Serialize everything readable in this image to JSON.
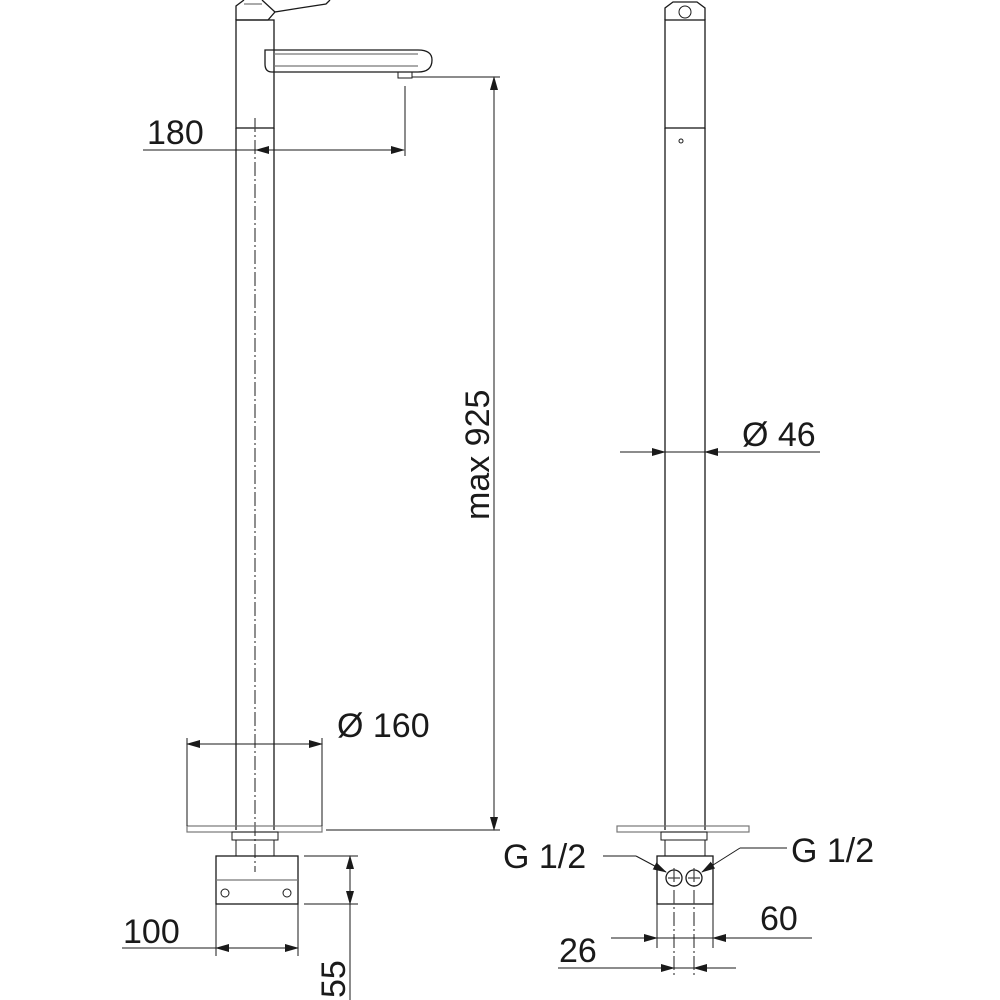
{
  "drawing": {
    "dimensions": {
      "spout_reach": "180",
      "max_height": "max  925",
      "base_diameter": "Ø 160",
      "column_diameter": "Ø 46",
      "base_block_width": "100",
      "base_block_height": "55",
      "left_connection": "G 1/2",
      "right_connection": "G 1/2",
      "connection_spacing": "26",
      "block_width_side": "60"
    }
  }
}
